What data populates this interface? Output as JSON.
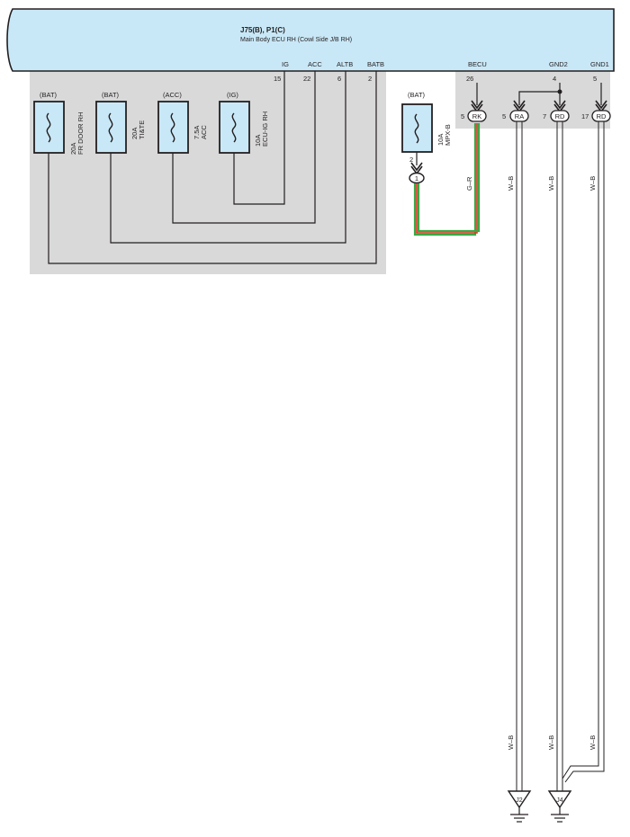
{
  "ecu": {
    "code": "J75(B), P1(C)",
    "name": "Main Body ECU RH (Cowl Side J/B RH)"
  },
  "pins": {
    "ig": {
      "label": "IG",
      "num": "15"
    },
    "acc": {
      "label": "ACC",
      "num": "22"
    },
    "altb": {
      "label": "ALTB",
      "num": "6"
    },
    "batb": {
      "label": "BATB",
      "num": "2"
    },
    "becu": {
      "label": "BECU",
      "num": "26"
    },
    "gnd2": {
      "label": "GND2",
      "num": "4"
    },
    "gnd1": {
      "label": "GND1",
      "num": "5"
    }
  },
  "fuses": {
    "fr_door": {
      "source": "(BAT)",
      "rating": "20A",
      "name": "FR DOOR RH"
    },
    "tite": {
      "source": "(BAT)",
      "rating": "20A",
      "name": "TI&TE"
    },
    "acc": {
      "source": "(ACC)",
      "rating": "7.5A",
      "name": "ACC"
    },
    "ecu_ig": {
      "source": "(IG)",
      "rating": "10A",
      "name": "ECU-IG RH"
    },
    "mpx_b": {
      "source": "(BAT)",
      "rating": "10A",
      "name": "MPX-B",
      "out_pin": "2"
    }
  },
  "junction_1": "1",
  "connectors": {
    "rk": {
      "code": "RK",
      "pin": "5"
    },
    "ra": {
      "code": "RA",
      "pin": "5"
    },
    "rd1": {
      "code": "RD",
      "pin": "7"
    },
    "rd2": {
      "code": "RD",
      "pin": "17"
    }
  },
  "wires": {
    "g_r": "G–R",
    "w_b": "W–B"
  },
  "grounds": {
    "j2": "J2",
    "j4": "J4"
  },
  "colors": {
    "ecu_fill": "#c9e8f7",
    "fuse_fill": "#c9e8f7",
    "shade": "#d9d9d9",
    "wire_green": "#3aa845",
    "wire_red": "#e0301e"
  }
}
